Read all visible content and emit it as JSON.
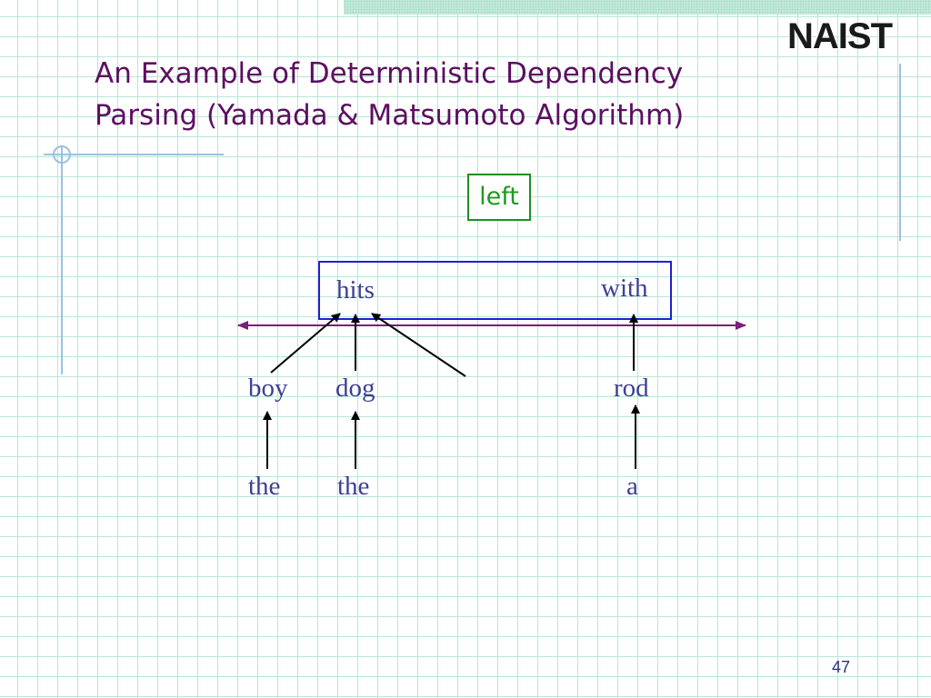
{
  "slide": {
    "logo": "NAIST",
    "title_lines": [
      "An Example of Deterministic Dependency",
      "Parsing (Yamada & Matsumoto Algorithm)"
    ],
    "action": "left",
    "page_number": "47"
  },
  "words": {
    "hits": "hits",
    "with": "with",
    "boy": "boy",
    "dog": "dog",
    "rod": "rod",
    "the_1": "the",
    "the_2": "the",
    "a": "a"
  },
  "colors": {
    "title": "#5c0f61",
    "action_box": "#1e8f1e",
    "focus_box": "#1f1fd6",
    "word": "#3d3f93",
    "timeline": "#7a1f7a",
    "grid": "#b9e6d7"
  }
}
